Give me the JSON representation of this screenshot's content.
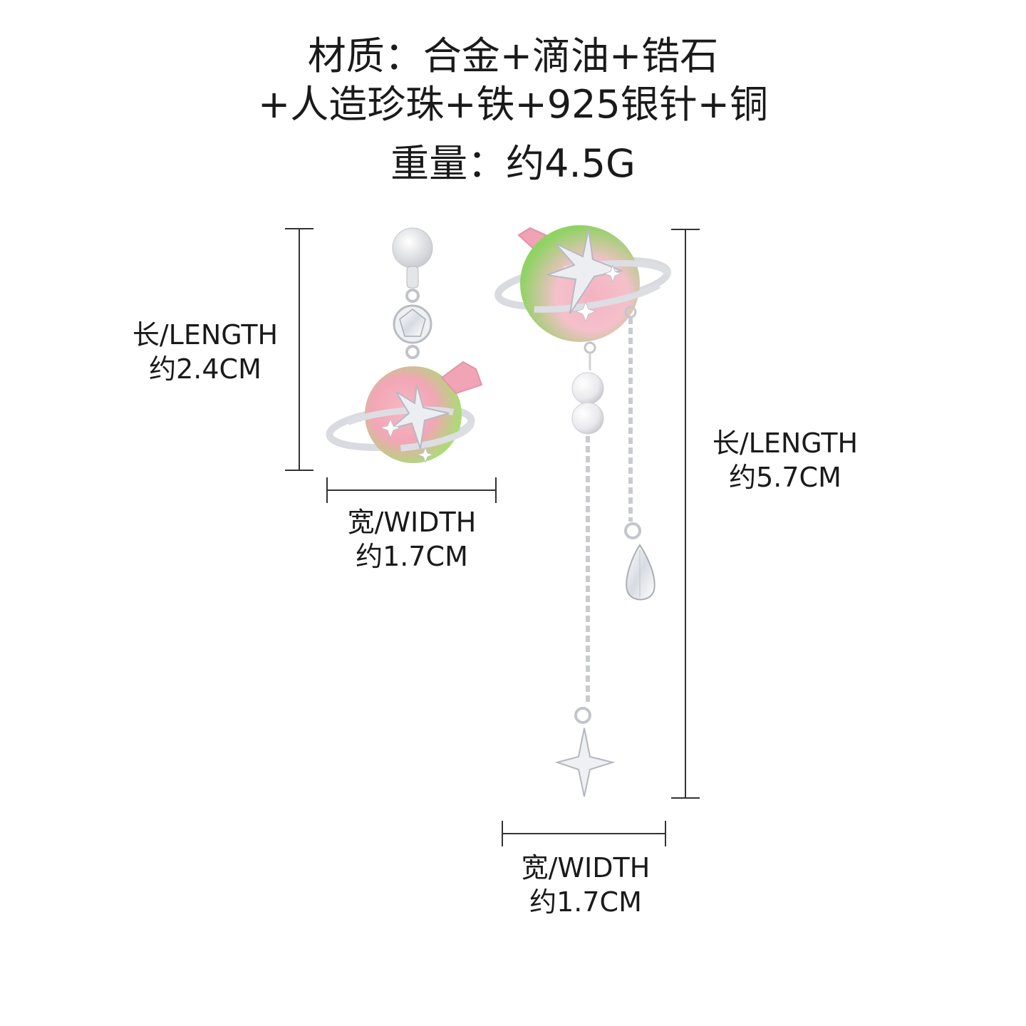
{
  "header": {
    "line1": "材质：合金+滴油+锆石",
    "line2": "+人造珍珠+铁+925银针+铜",
    "line3": "重量：约4.5G"
  },
  "left_earring": {
    "length": {
      "label": "长/LENGTH",
      "value": "约2.4CM"
    },
    "width": {
      "label": "宽/WIDTH",
      "value": "约1.7CM"
    }
  },
  "right_earring": {
    "length": {
      "label": "长/LENGTH",
      "value": "约5.7CM"
    },
    "width": {
      "label": "宽/WIDTH",
      "value": "约1.7CM"
    }
  },
  "colors": {
    "pink": "#f2a9b8",
    "green": "#9ed86b",
    "silver": "#d9dbe0",
    "line": "#333333"
  }
}
